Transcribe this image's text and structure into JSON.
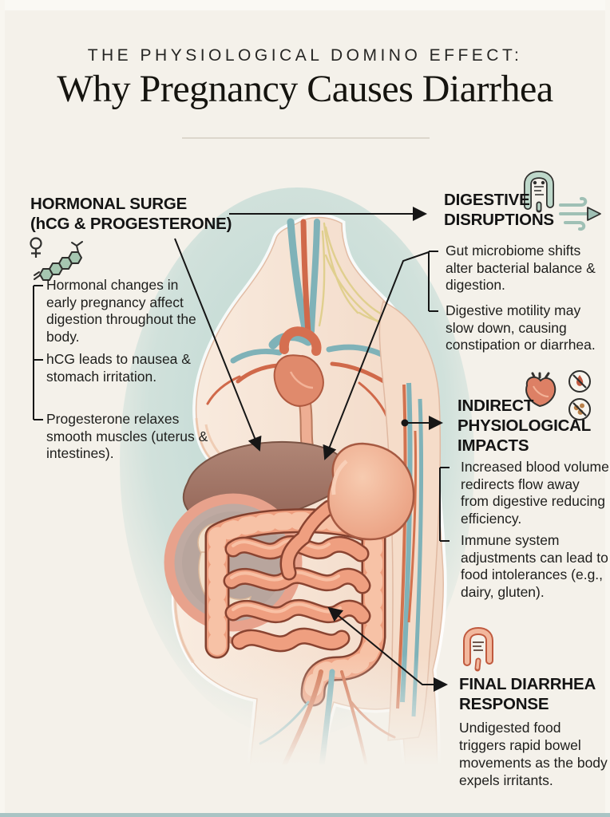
{
  "title": {
    "kicker": "THE PHYSIOLOGICAL DOMINO EFFECT:",
    "main": "Why Pregnancy Causes Diarrhea"
  },
  "sections": {
    "hormonal": {
      "title_line1": "HORMONAL SURGE",
      "title_line2": "(hCG & PROGESTERONE)",
      "items": [
        "Hormonal changes in early pregnancy affect digestion throughout the body.",
        "hCG leads to nausea & stomach irritation.",
        "Progesterone relaxes smooth muscles (uterus & intestines)."
      ]
    },
    "digestive": {
      "title": "DIGESTIVE DISRUPTIONS",
      "items": [
        "Gut microbiome shifts alter bacterial balance & digestion.",
        "Digestive motility may slow down, causing constipation or diarrhea."
      ]
    },
    "indirect": {
      "title": "INDIRECT PHYSIOLOGICAL IMPACTS",
      "items": [
        "Increased blood volume redirects flow away from digestive reducing efficiency.",
        "Immune system adjustments can lead to food intolerances (e.g., dairy, gluten)."
      ]
    },
    "final": {
      "title": "FINAL DIARRHEA RESPONSE",
      "body": "Undigested food triggers rapid bowel movements as the body expels irritants."
    }
  },
  "icons": {
    "hormonal": [
      "female-symbol",
      "steroid-molecule-icon"
    ],
    "digestive": [
      "large-intestine-icon",
      "air-flow-arrow-icon"
    ],
    "indirect": [
      "anatomical-heart-icon",
      "no-blood-drop-icon",
      "no-food-icon"
    ],
    "final": [
      "large-intestine-icon"
    ]
  },
  "colors": {
    "background": "#f4f1ea",
    "glow_teal": "#b4d4cf",
    "connector_black": "#161616",
    "molecule_green": "#a6c7b1",
    "wind_teal": "#9fc0b5",
    "heart_coral": "#dd8065",
    "colon_coral": "#ee9e7e",
    "text": "#1d1d1b"
  }
}
